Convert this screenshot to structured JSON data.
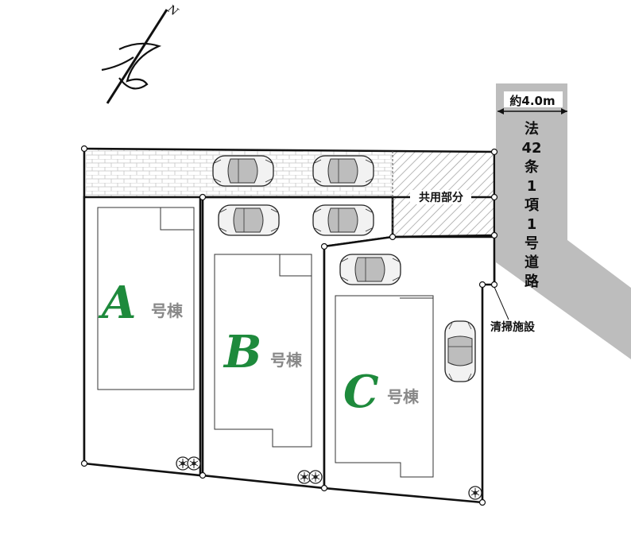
{
  "road": {
    "width_label": "約4.0m",
    "name_chars": [
      "法",
      "42",
      "条",
      "1",
      "項",
      "1",
      "号",
      "道",
      "路"
    ]
  },
  "labels": {
    "shared": "共用部分",
    "cleaning": "清掃施設"
  },
  "buildings": [
    {
      "letter": "A",
      "suffix": "号棟"
    },
    {
      "letter": "B",
      "suffix": "号棟"
    },
    {
      "letter": "C",
      "suffix": "号棟"
    }
  ],
  "compass": {
    "north": "N"
  },
  "colors": {
    "letter": "#1e8a3c",
    "road": "#bdbdbd",
    "paving": "#dcdcdc",
    "lot_line": "#111111"
  }
}
